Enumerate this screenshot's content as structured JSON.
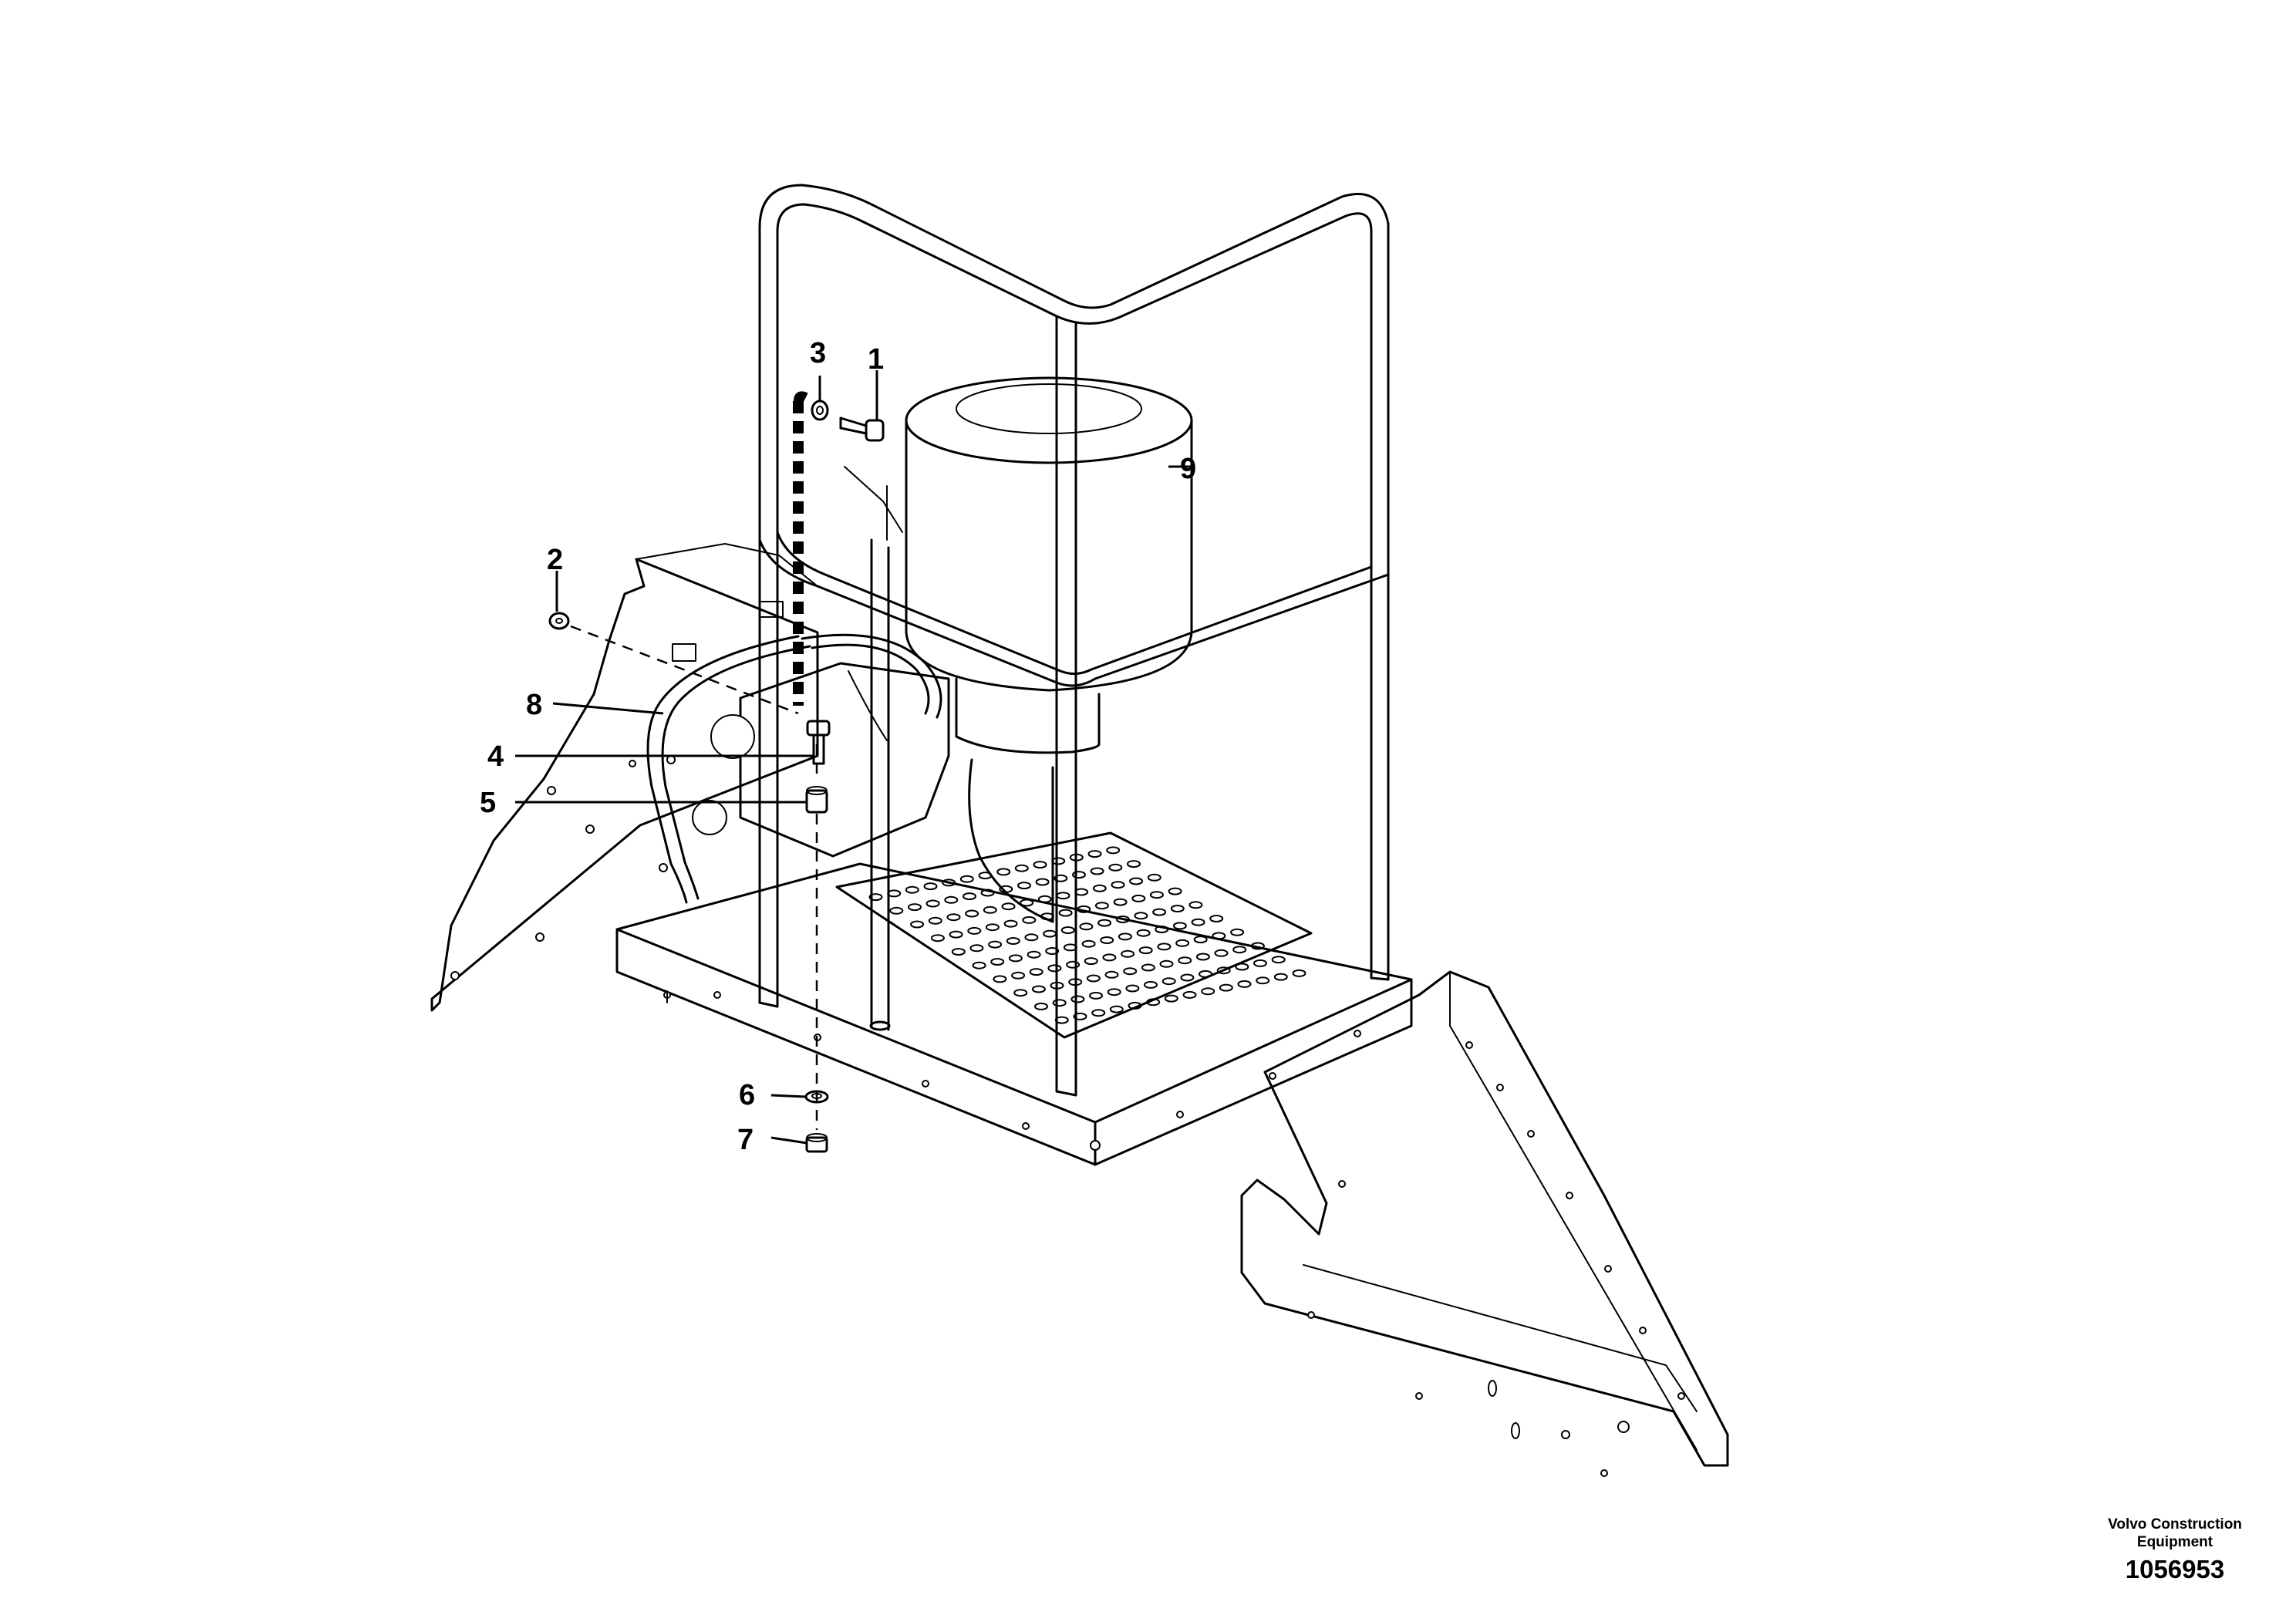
{
  "diagram": {
    "callouts": [
      {
        "id": "1",
        "label": "1"
      },
      {
        "id": "2",
        "label": "2"
      },
      {
        "id": "3",
        "label": "3"
      },
      {
        "id": "4",
        "label": "4"
      },
      {
        "id": "5",
        "label": "5"
      },
      {
        "id": "6",
        "label": "6"
      },
      {
        "id": "7",
        "label": "7"
      },
      {
        "id": "8",
        "label": "8"
      },
      {
        "id": "9",
        "label": "9"
      }
    ]
  },
  "credit": {
    "company_line1": "Volvo Construction",
    "company_line2": "Equipment",
    "document_number": "1056953"
  }
}
